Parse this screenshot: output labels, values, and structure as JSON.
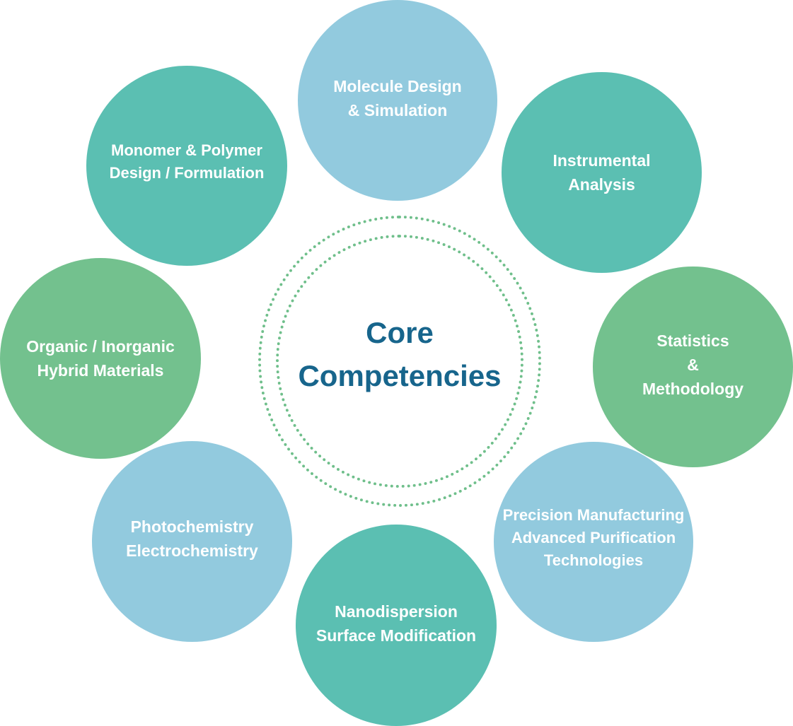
{
  "center": {
    "line1": "Core",
    "line2": "Competencies"
  },
  "bubbles": {
    "molecule": {
      "line1": "Molecule Design",
      "line2": "& Simulation"
    },
    "instrument": {
      "line1": "Instrumental",
      "line2": "Analysis"
    },
    "statistics": {
      "line1": "Statistics",
      "line2": "&",
      "line3": "Methodology"
    },
    "precision": {
      "line1": "Precision Manufacturing",
      "line2": "Advanced Purification",
      "line3": "Technologies"
    },
    "nano": {
      "line1": "Nanodispersion",
      "line2": "Surface Modification"
    },
    "photo": {
      "line1": "Photochemistry",
      "line2": "Electrochemistry"
    },
    "organic": {
      "line1": "Organic / Inorganic",
      "line2": "Hybrid Materials"
    },
    "monomer": {
      "line1": "Monomer &  Polymer",
      "line2": "Design / Formulation"
    }
  },
  "colors": {
    "blue": "#92cade",
    "teal": "#5bbfb2",
    "green": "#73c18e",
    "title": "#17658c",
    "dots": "#6fbf8b"
  }
}
